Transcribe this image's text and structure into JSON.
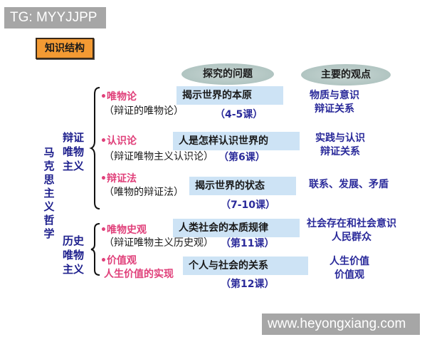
{
  "watermarks": {
    "top_left": "TG: MYYJJPP",
    "bottom_right": "www.heyongxiang.com"
  },
  "title": "知识结构",
  "column_headers": {
    "questions": "探究的问题",
    "viewpoints": "主要的观点"
  },
  "root": "马克思主义哲学",
  "groups": [
    {
      "name": "辩证唯物主义",
      "items": [
        {
          "topic": "•唯物论",
          "subtitle": "（辩证的唯物论）",
          "question": "揭示世界的本原",
          "lesson": "（4-5课）",
          "viewpoints": [
            "物质与意识",
            "辩证关系"
          ]
        },
        {
          "topic": "•认识论",
          "subtitle": "（辩证唯物主义认识论）",
          "question": "人是怎样认识世界的",
          "lesson": "（第6课）",
          "viewpoints": [
            "实践与认识",
            "辩证关系"
          ]
        },
        {
          "topic": "•辩证法",
          "subtitle": "（唯物的辩证法）",
          "question": "揭示世界的状态",
          "lesson": "（7-10课）",
          "viewpoints": [
            "联系、发展、矛盾"
          ]
        }
      ]
    },
    {
      "name": "历史唯物主义",
      "items": [
        {
          "topic": "•唯物史观",
          "subtitle": "（辩证唯物主义历史观）",
          "question": "人类社会的本质规律",
          "lesson": "（第11课）",
          "viewpoints": [
            "社会存在和社会意识",
            "人民群众"
          ]
        },
        {
          "topic": "•价值观",
          "subtitle": "人生价值的实现",
          "question": "个人与社会的关系",
          "lesson": "（第12课）",
          "viewpoints": [
            "人生价值",
            "价值观"
          ]
        }
      ]
    }
  ],
  "colors": {
    "title_bg": "#f39a33",
    "oval_bg": "#b3c7c4",
    "question_bg": "#cde3f5",
    "topic_pink": "#e0407a",
    "navy": "#1c1e8c",
    "watermark_bg": "#a6a6a6"
  }
}
